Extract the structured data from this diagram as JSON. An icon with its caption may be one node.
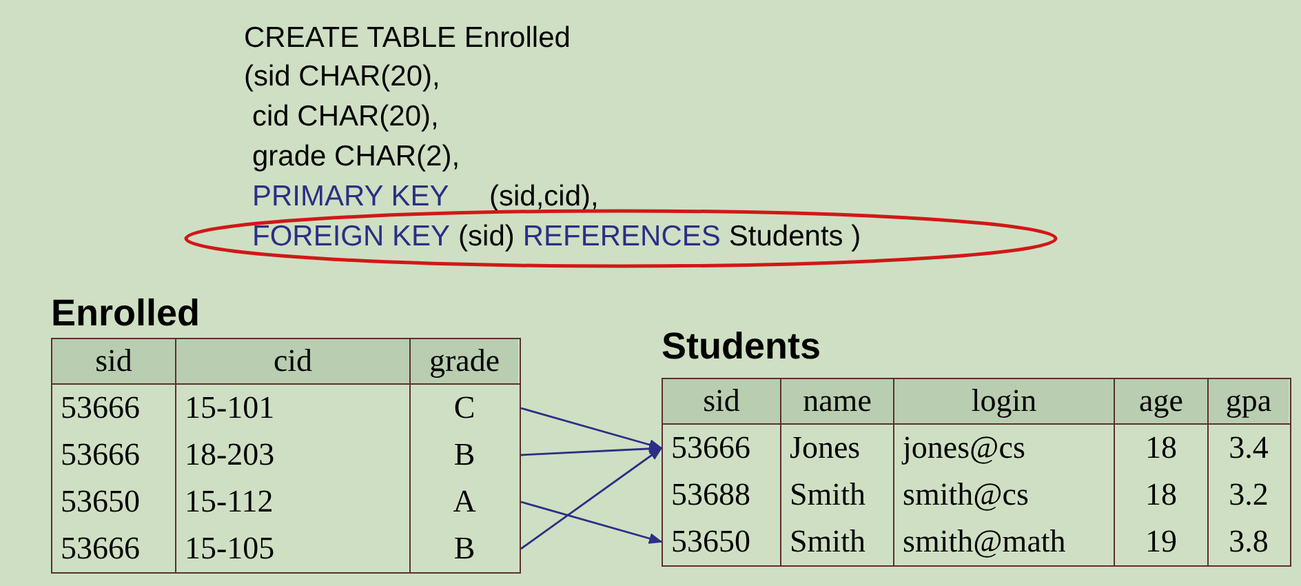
{
  "diagram": {
    "nodes": [
      {
        "text": [
          "Enrolled"
        ]
      },
      {
        "text": [
          "sid",
          "cid",
          "grade"
        ],
        "in": 0
      },
      {
        "text": [
          "53666",
          "15-101",
          "C"
        ],
        "in": 0
      },
      {
        "text": [
          "53666",
          "18-203",
          "B"
        ],
        "in": 0
      },
      {
        "text": [
          "53650",
          "15-112",
          "A"
        ],
        "in": 0
      },
      {
        "text": [
          "53666",
          "15-105",
          "B"
        ],
        "in": 0
      },
      {
        "text": [
          "Students"
        ]
      },
      {
        "text": [
          "sid",
          "name",
          "login",
          "age",
          "gpa"
        ],
        "in": 6
      },
      {
        "text": [
          "53666",
          "Jones",
          "jones@cs",
          "18",
          "3.4"
        ],
        "in": 6
      },
      {
        "text": [
          "53688",
          "Smith",
          "smith@cs",
          "18",
          "3.2"
        ],
        "in": 6
      },
      {
        "text": [
          "53650",
          "Smith",
          "smith@math",
          "19",
          "3.8"
        ],
        "in": 6
      },
      {
        "text": [
          "FOREIGN KEY",
          "(sid)",
          "REFERENCES",
          "Students )"
        ]
      }
    ],
    "edges": [
      {
        "from": 2,
        "to": 8,
        "arrow": "to"
      },
      {
        "from": 3,
        "to": 8,
        "arrow": "to"
      },
      {
        "from": 4,
        "to": 10,
        "arrow": "to"
      },
      {
        "from": 5,
        "to": 8,
        "arrow": "to"
      }
    ],
    "labels": [
      "CREATE TABLE Enrolled",
      "(sid CHAR(20),",
      "cid CHAR(20),",
      "grade CHAR(2),",
      "PRIMARY KEY",
      "(sid,cid),"
    ]
  }
}
